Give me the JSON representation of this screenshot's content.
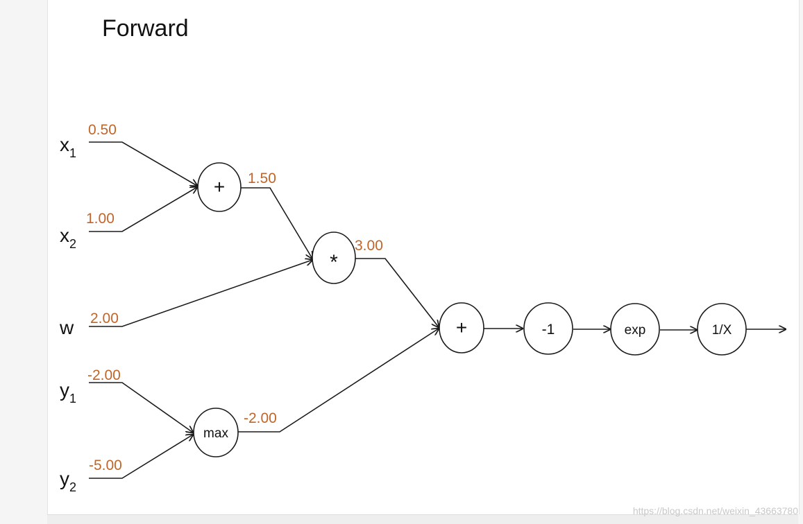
{
  "title": "Forward",
  "colors": {
    "value": "#c0652a",
    "line": "#1a1a1a",
    "watermark": "#c8c8c8"
  },
  "inputs": [
    {
      "id": "x1",
      "base": "x",
      "sub": "1",
      "value": "0.50"
    },
    {
      "id": "x2",
      "base": "x",
      "sub": "2",
      "value": "1.00"
    },
    {
      "id": "w",
      "base": "w",
      "sub": "",
      "value": "2.00"
    },
    {
      "id": "y1",
      "base": "y",
      "sub": "1",
      "value": "-2.00"
    },
    {
      "id": "y2",
      "base": "y",
      "sub": "2",
      "value": "-5.00"
    }
  ],
  "nodes": [
    {
      "id": "add1",
      "label": "+",
      "output": "1.50"
    },
    {
      "id": "mul",
      "label": "*",
      "output": "3.00"
    },
    {
      "id": "max",
      "label": "max",
      "output": "-2.00"
    },
    {
      "id": "add2",
      "label": "+",
      "output": ""
    },
    {
      "id": "neg",
      "label": "-1",
      "output": ""
    },
    {
      "id": "exp",
      "label": "exp",
      "output": ""
    },
    {
      "id": "inv",
      "label": "1/X",
      "output": ""
    }
  ],
  "watermark": "https://blog.csdn.net/weixin_43663780"
}
